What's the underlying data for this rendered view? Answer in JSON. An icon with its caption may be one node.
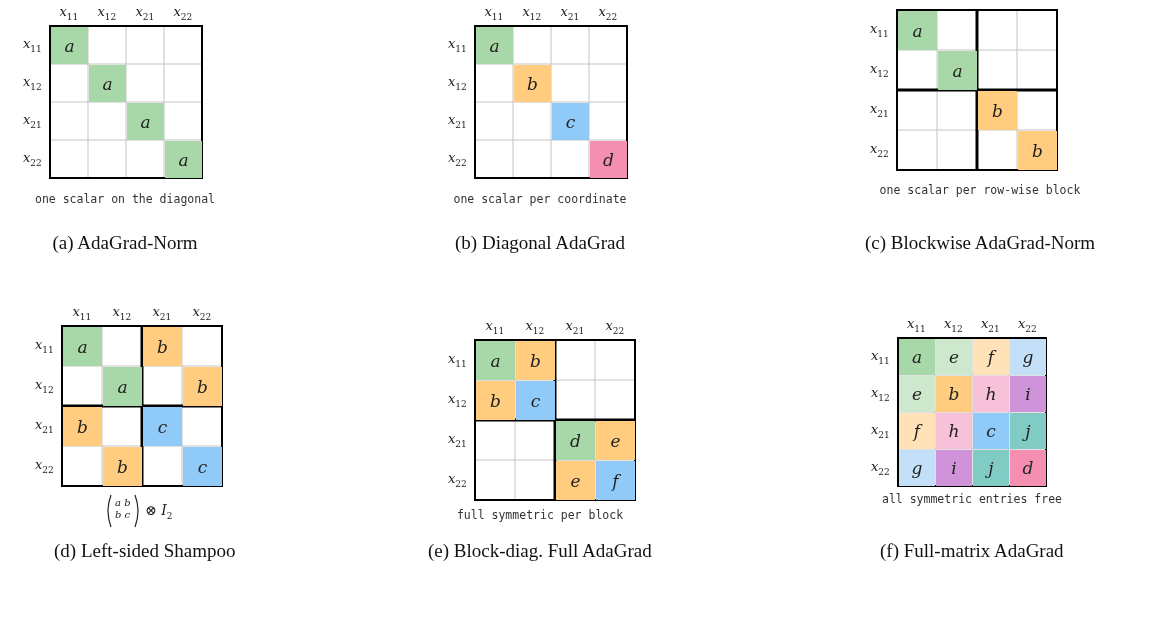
{
  "diagram": {
    "labels": [
      "x$_{11}$",
      "x$_{12}$",
      "x$_{21}$",
      "x$_{22}$",
      "x$_{11}$",
      "a",
      "x$_{12}$",
      "a",
      "x$_{21}$",
      "a",
      "x$_{22}$",
      "a",
      "one scalar on the diagonal",
      "(a) AdaGrad-Norm",
      "x$_{11}$",
      "x$_{12}$",
      "x$_{21}$",
      "x$_{22}$",
      "x$_{11}$",
      "a",
      "x$_{12}$",
      "b",
      "x$_{21}$",
      "c",
      "x$_{22}$",
      "d",
      "one scalar per coordinate",
      "(b) Diagonal AdaGrad",
      "x$_{11}$",
      "a",
      "x$_{12}$",
      "a",
      "x$_{21}$",
      "b",
      "x$_{22}$",
      "b",
      "one scalar per row-wise block",
      "(c) Blockwise AdaGrad-Norm",
      "x$_{11}$",
      "x$_{12}$",
      "x$_{21}$",
      "x$_{22}$",
      "x$_{11}$",
      "a",
      "b",
      "x$_{12}$",
      "a",
      "b",
      "x$_{21}$",
      "b",
      "c",
      "x$_{22}$",
      "b",
      "c",
      "a b",
      "b c",
      "⊗ I$_{2}$",
      "(d) Left-sided Shampoo",
      "x$_{11}$",
      "x$_{12}$",
      "x$_{21}$",
      "x$_{22}$",
      "x$_{11}$",
      "a",
      "b",
      "x$_{12}$",
      "b",
      "c",
      "x$_{21}$",
      "d",
      "e",
      "x$_{22}$",
      "e",
      "f",
      "full symmetric per block",
      "(e) Block-diag. Full AdaGrad",
      "x$_{11}$",
      "x$_{12}$",
      "x$_{21}$",
      "x$_{22}$",
      "x$_{11}$",
      "a",
      "e",
      "f",
      "g",
      "x$_{12}$",
      "e",
      "b",
      "h",
      "i",
      "x$_{21}$",
      "f",
      "h",
      "c",
      "j",
      "x$_{22}$",
      "g",
      "i",
      "j",
      "d",
      "all symmetric entries free",
      "(f) Full-matrix AdaGrad"
    ]
  }
}
